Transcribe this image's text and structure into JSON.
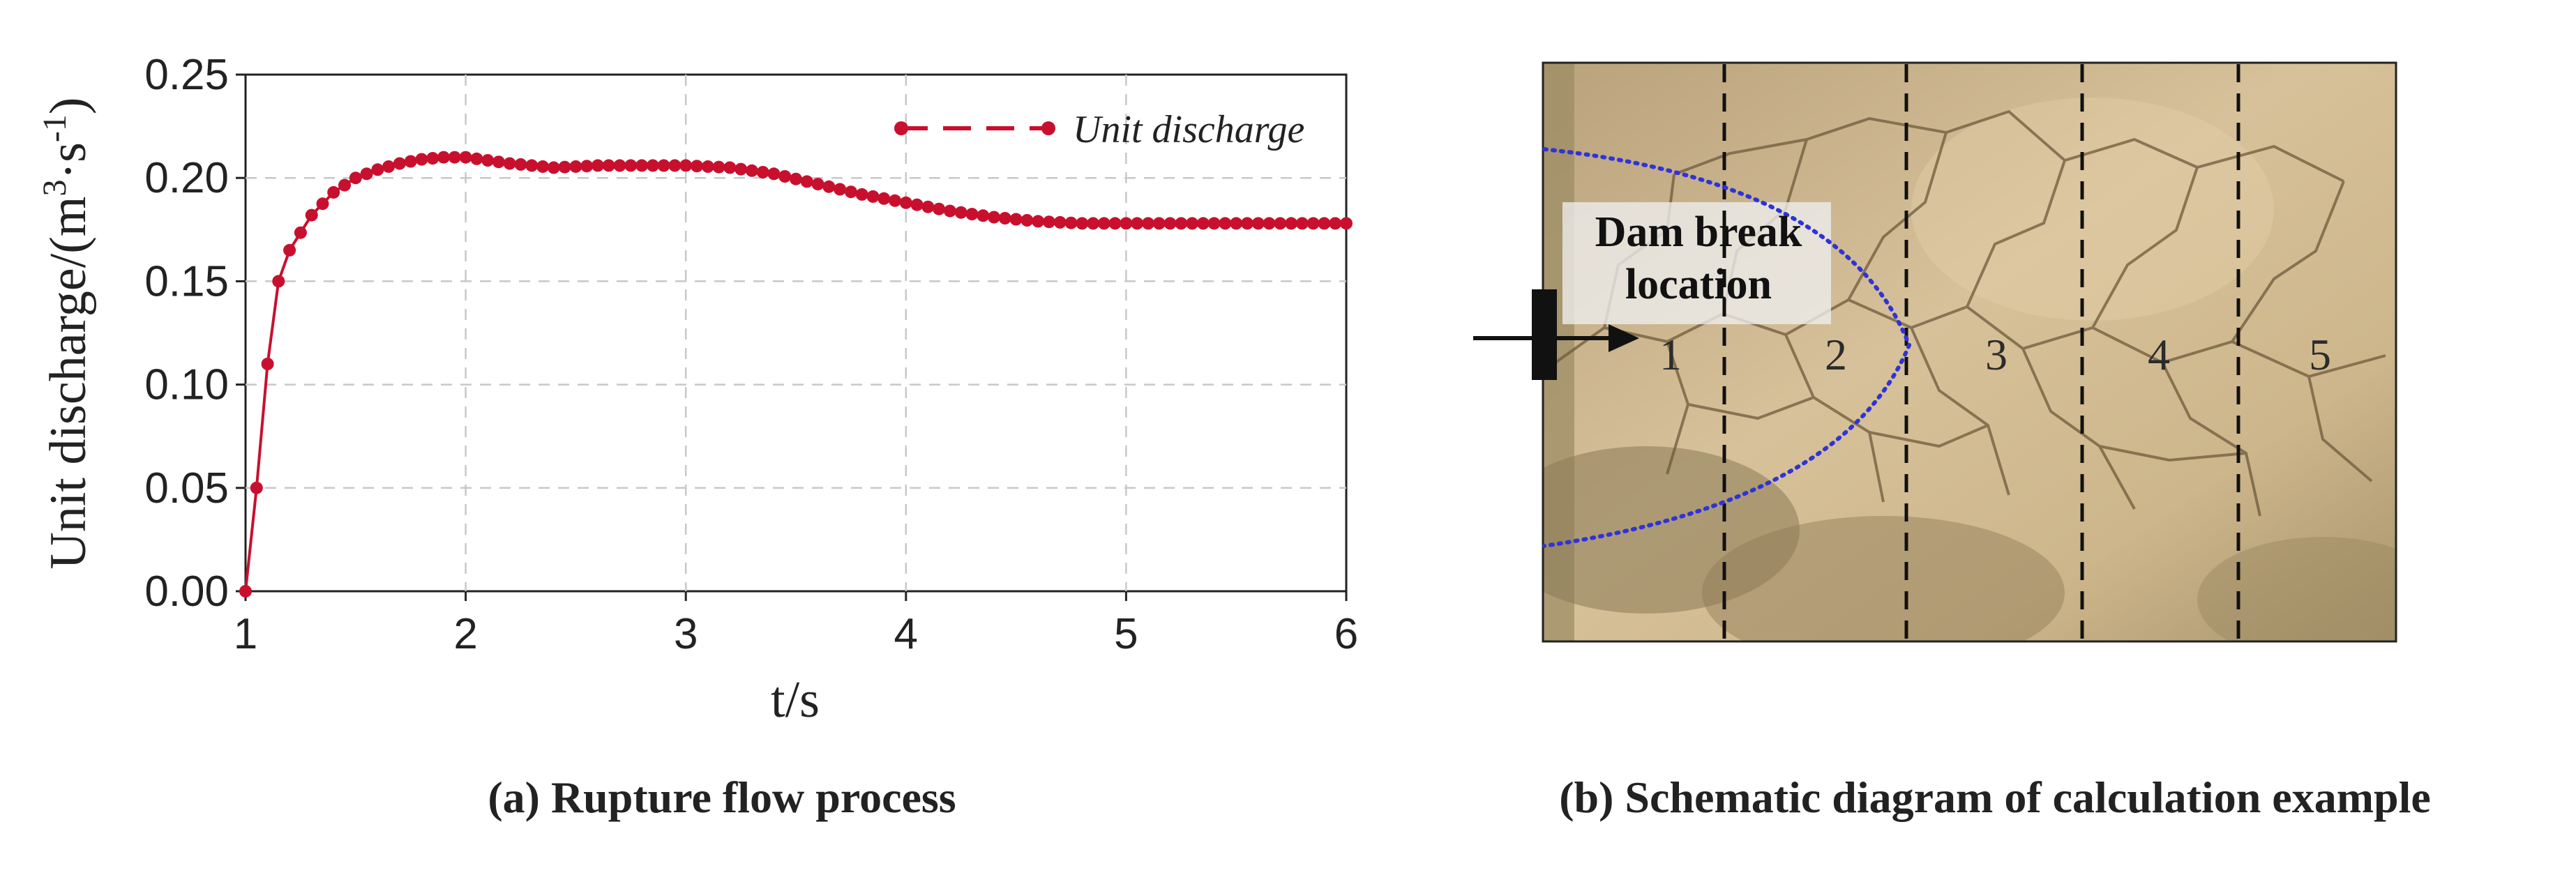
{
  "chart_data": {
    "type": "line",
    "title": "",
    "xlabel": "t/s",
    "ylabel_base": "Unit discharge/(m",
    "ylabel_sup1": "3",
    "ylabel_mid": "·s",
    "ylabel_sup2": "-1",
    "ylabel_end": ")",
    "xlim": [
      1,
      6
    ],
    "ylim": [
      0,
      0.25
    ],
    "x_ticks": [
      "1",
      "2",
      "3",
      "4",
      "5",
      "6"
    ],
    "y_ticks": [
      "0.00",
      "0.05",
      "0.10",
      "0.15",
      "0.20",
      "0.25"
    ],
    "grid": true,
    "legend_position": "top-right",
    "series": [
      {
        "name": "Unit discharge",
        "color": "#c8102e",
        "line_style": "dashed",
        "marker": "circle",
        "x": [
          1.0,
          1.05,
          1.1,
          1.15,
          1.2,
          1.3,
          1.4,
          1.5,
          1.6,
          1.7,
          1.8,
          1.9,
          2.0,
          2.2,
          2.4,
          2.6,
          2.8,
          3.0,
          3.2,
          3.4,
          3.6,
          3.8,
          4.0,
          4.2,
          4.4,
          4.6,
          4.8,
          5.0,
          5.2,
          5.4,
          5.6,
          5.8,
          6.0
        ],
        "y": [
          0.0,
          0.05,
          0.11,
          0.15,
          0.165,
          0.182,
          0.193,
          0.2,
          0.204,
          0.207,
          0.209,
          0.21,
          0.21,
          0.207,
          0.205,
          0.206,
          0.206,
          0.206,
          0.205,
          0.202,
          0.197,
          0.192,
          0.188,
          0.184,
          0.181,
          0.179,
          0.178,
          0.178,
          0.178,
          0.178,
          0.178,
          0.178,
          0.178
        ]
      }
    ]
  },
  "panel_a": {
    "caption": "(a)  Rupture flow process"
  },
  "panel_b": {
    "caption": "(b)  Schematic diagram of calculation example",
    "dam_label_line1": "Dam break",
    "dam_label_line2": "location",
    "sections": [
      "1",
      "2",
      "3",
      "4",
      "5"
    ]
  }
}
